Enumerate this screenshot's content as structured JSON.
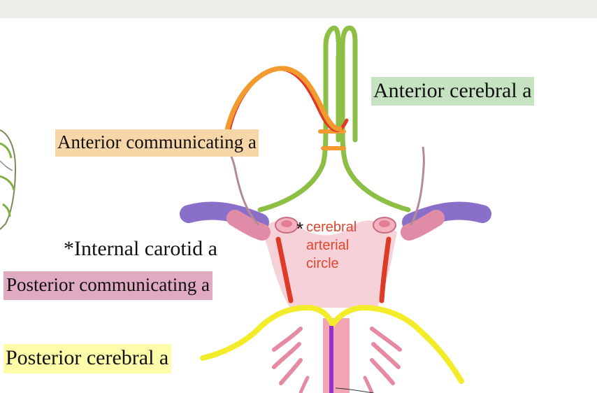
{
  "labels": {
    "anterior_cerebral": "Anterior cerebral a",
    "anterior_communicating": "Anterior communicating a",
    "internal_carotid": "*Internal carotid a",
    "posterior_communicating": "Posterior communicating a",
    "posterior_cerebral": "Posterior cerebral a"
  },
  "annotation": {
    "star": "*",
    "line1": "cerebral",
    "line2": "arterial",
    "line3": "circle"
  },
  "colors": {
    "anterior_cerebral_highlight": "#c5e3c0",
    "anterior_communicating_highlight": "#f7d7a8",
    "posterior_communicating_highlight": "#e0aac0",
    "posterior_cerebral_highlight": "#fdfca9",
    "annotation_text": "#e0462f",
    "anterior_cerebral_vessel": "#8dbf45",
    "anterior_communicating_vessel": "#f39a2e",
    "posterior_cerebral_vessel": "#f2ec2b",
    "posterior_communicating_vessel": "#dd3b28",
    "basilar_vessel": "#9b2fc9"
  }
}
